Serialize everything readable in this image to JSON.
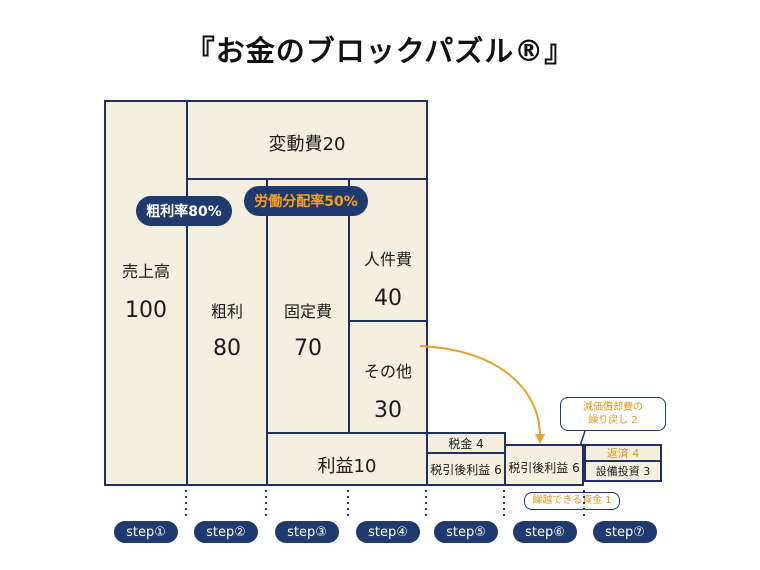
{
  "title": "『お金のブロックパズル®』",
  "blocks": {
    "sales_label": "売上高",
    "sales_value": "100",
    "variable_cost": "変動費20",
    "gross_profit_label": "粗利",
    "gross_profit_value": "80",
    "fixed_cost_label": "固定費",
    "fixed_cost_value": "70",
    "labor_label": "人件費",
    "labor_value": "40",
    "other_label": "その他",
    "other_value": "30",
    "profit": "利益10",
    "tax": "税金 4",
    "after_tax_profit_5": "税引後利益 6",
    "after_tax_profit_6": "税引後利益 6",
    "repayment": "返済 4",
    "capex": "設備投資 3"
  },
  "badges": {
    "gross_margin": "粗利率80%",
    "labor_share": "労働分配率50%"
  },
  "notes": {
    "depreciation": "減価償却費の\n繰り戻し 2",
    "carryover": "繰越できる資金 1"
  },
  "steps": [
    "step①",
    "step②",
    "step③",
    "step④",
    "step⑤",
    "step⑥",
    "step⑦"
  ],
  "colors": {
    "navy": "#1f3a6e",
    "cream": "#f4efdf",
    "orange": "#e8a22a"
  }
}
